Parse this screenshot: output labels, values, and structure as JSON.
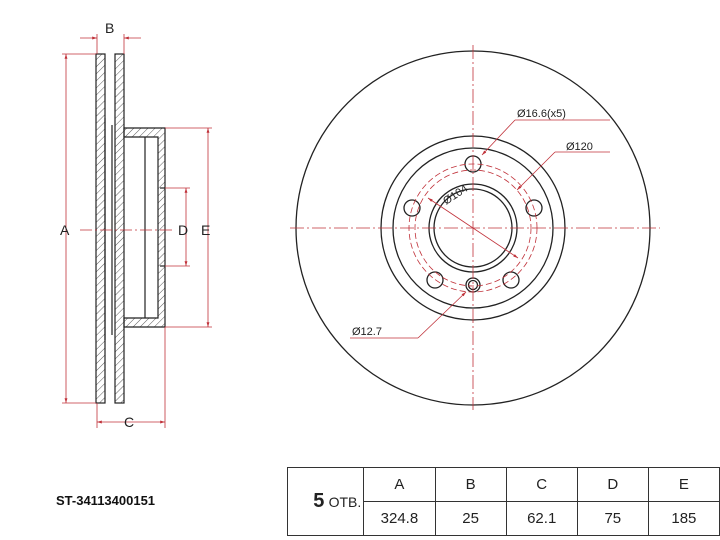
{
  "side_view": {
    "labels": {
      "a": "A",
      "b": "B",
      "c": "C",
      "d": "D",
      "e": "E"
    }
  },
  "front_view": {
    "callouts": {
      "bolt_hole": "Ø16.6(x5)",
      "pcd": "Ø120",
      "center_bore": "Ø104",
      "small_hole": "Ø12.7"
    }
  },
  "part_number": "ST-34113400151",
  "spec_table": {
    "holes_count": "5",
    "holes_label": "ОТВ.",
    "headers": [
      "A",
      "B",
      "C",
      "D",
      "E"
    ],
    "values": [
      "324.8",
      "25",
      "62.1",
      "75",
      "185"
    ]
  },
  "colors": {
    "outline": "#222222",
    "dimension": "#c0323a"
  }
}
